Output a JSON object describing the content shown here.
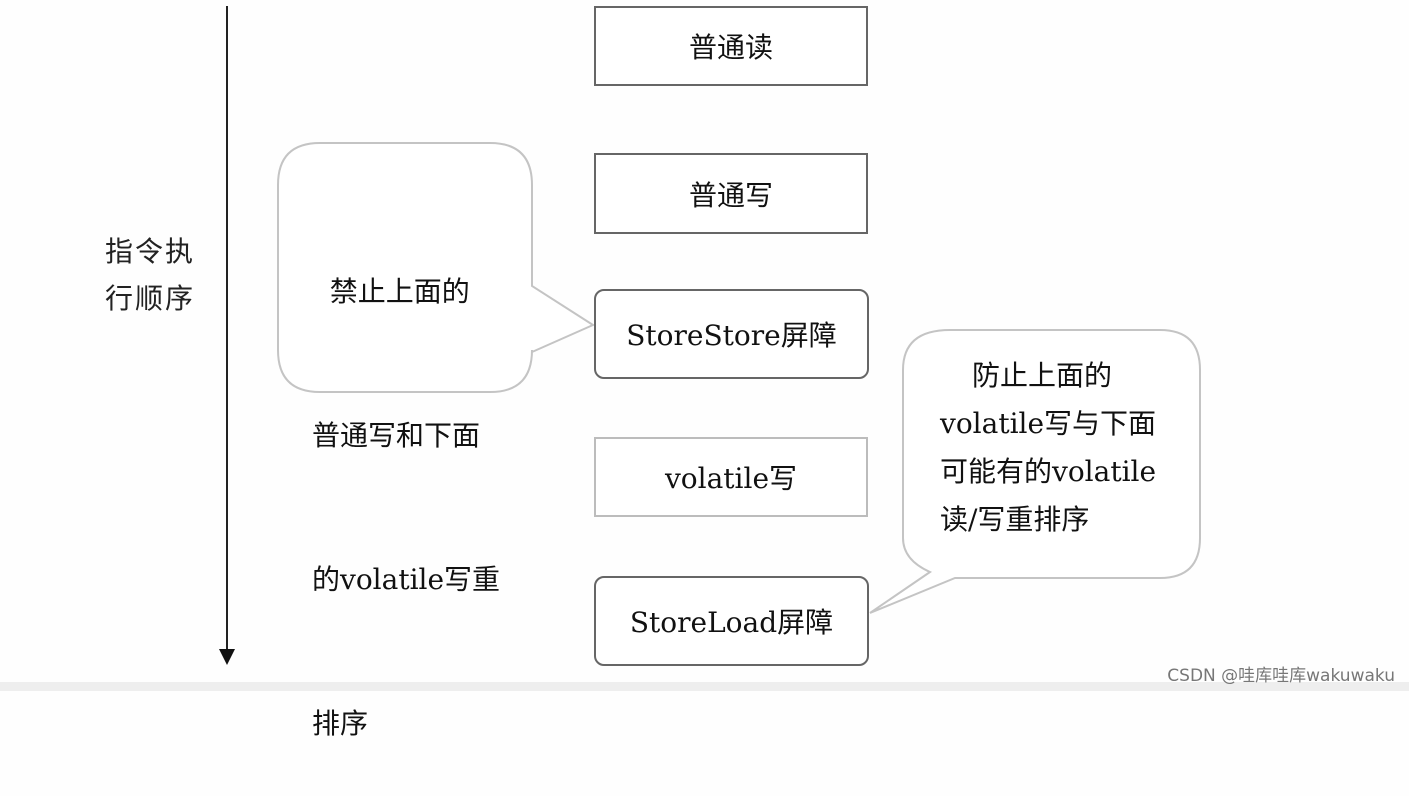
{
  "axis": {
    "label_lines": [
      "指令执",
      "行顺序"
    ]
  },
  "boxes": [
    {
      "label": "普通读"
    },
    {
      "label": "普通写"
    },
    {
      "label": "StoreStore屏障"
    },
    {
      "label": "volatile写"
    },
    {
      "label": "StoreLoad屏障"
    }
  ],
  "callouts": {
    "left": {
      "lines": [
        "  禁止上面的",
        "普通写和下面",
        "的volatile写重",
        "排序"
      ]
    },
    "right": {
      "lines": [
        "防止上面的",
        "volatile写与下面",
        "可能有的volatile",
        "读/写重排序"
      ]
    }
  },
  "watermark": "CSDN @哇库哇库wakuwaku"
}
